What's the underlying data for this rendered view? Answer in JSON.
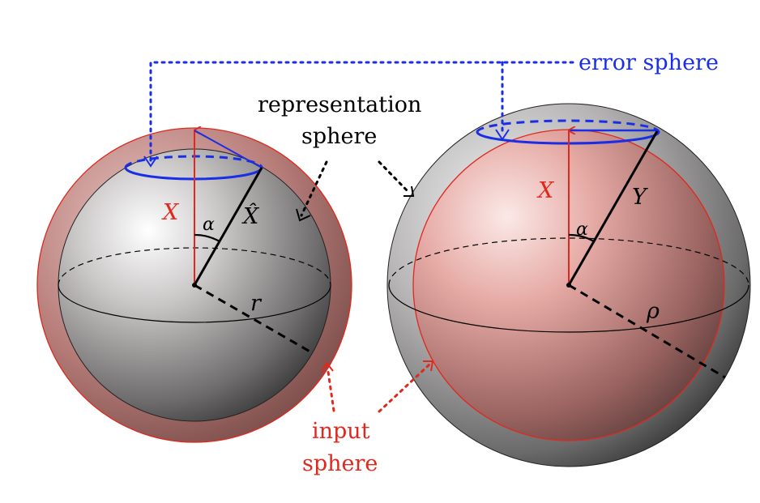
{
  "labels": {
    "error_sphere": "error sphere",
    "representation_line1": "representation",
    "representation_line2": "sphere",
    "input_line1": "input",
    "input_line2": "sphere"
  },
  "left_sphere": {
    "vector_x": "X",
    "vector_xhat": "X̂",
    "angle": "α",
    "radius": "r"
  },
  "right_sphere": {
    "vector_x": "X",
    "vector_y": "Y",
    "angle": "α",
    "radius": "ρ"
  },
  "colors": {
    "blue": "#1a2ee6",
    "red": "#e0281e",
    "black": "#000000",
    "grey_sphere": "#8a8a8a",
    "red_sphere": "#d98a86"
  }
}
